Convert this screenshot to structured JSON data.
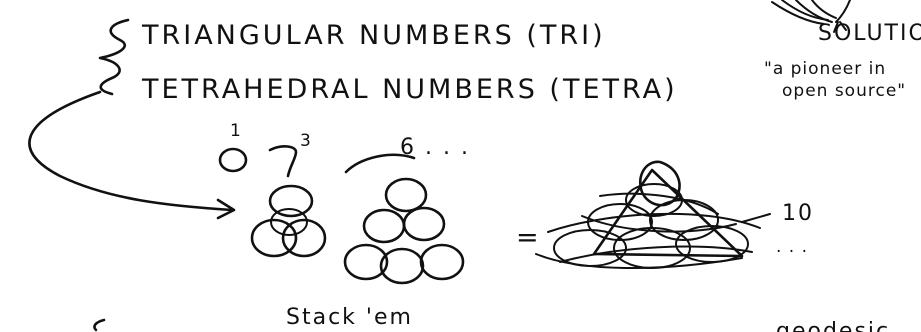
{
  "header": {
    "line1": "TRIANGULAR NUMBERS (TRI)",
    "line2": "TETRAHEDRAL NUMBERS (TETRA)"
  },
  "logo": {
    "wordmark": "SOLUTIONS",
    "tagline_line1": "\"a pioneer in",
    "tagline_line2": "open source\""
  },
  "sequence": {
    "n1": "1",
    "n2": "3",
    "n3": "6 . . .",
    "n4": "10",
    "n4_ellipsis": ". . ."
  },
  "equals": "=",
  "caption": "Stack 'em",
  "cut_off_text": "geodesic",
  "ink_color": "#111111",
  "background_color": "#ffffff"
}
